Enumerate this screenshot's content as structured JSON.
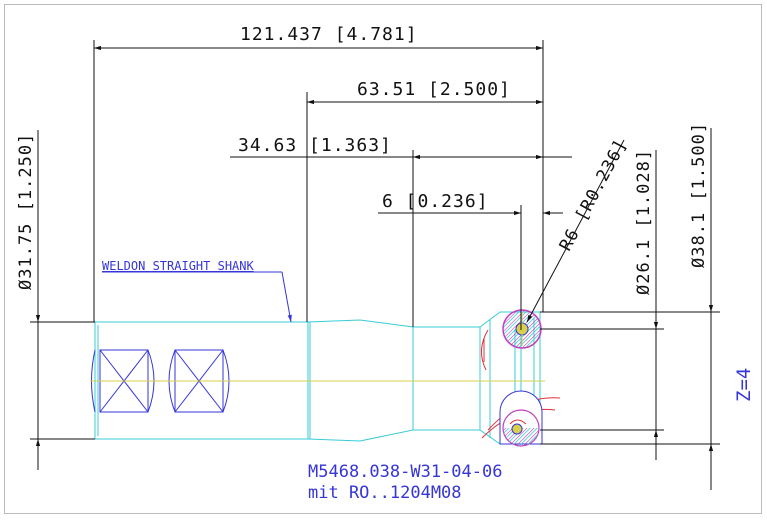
{
  "colors": {
    "dimension": "#111111",
    "outline": "#38cbd6",
    "annotation": "#3535d8",
    "cutting_edge": "#e0303a",
    "centerline": "#d8d04a",
    "insert_fill": "#c040c0"
  },
  "dimensions": {
    "overall_length": "121.437 [4.781]",
    "neck_length": "63.51 [2.500]",
    "step_length": "34.63 [1.363]",
    "radius_offset": "6 [0.236]",
    "shank_diameter": "Ø31.75 [1.250]",
    "insert_radius": "R6 [R0.236]",
    "pitch_diameter": "Ø26.1 [1.028]",
    "cutting_diameter": "Ø38.1 [1.500]"
  },
  "annotations": {
    "shank_label": "WELDON STRAIGHT SHANK",
    "tooth_count": "Z=4",
    "part_number": "M5468.038-W31-04-06",
    "insert_note": "mit RO..1204M08"
  }
}
